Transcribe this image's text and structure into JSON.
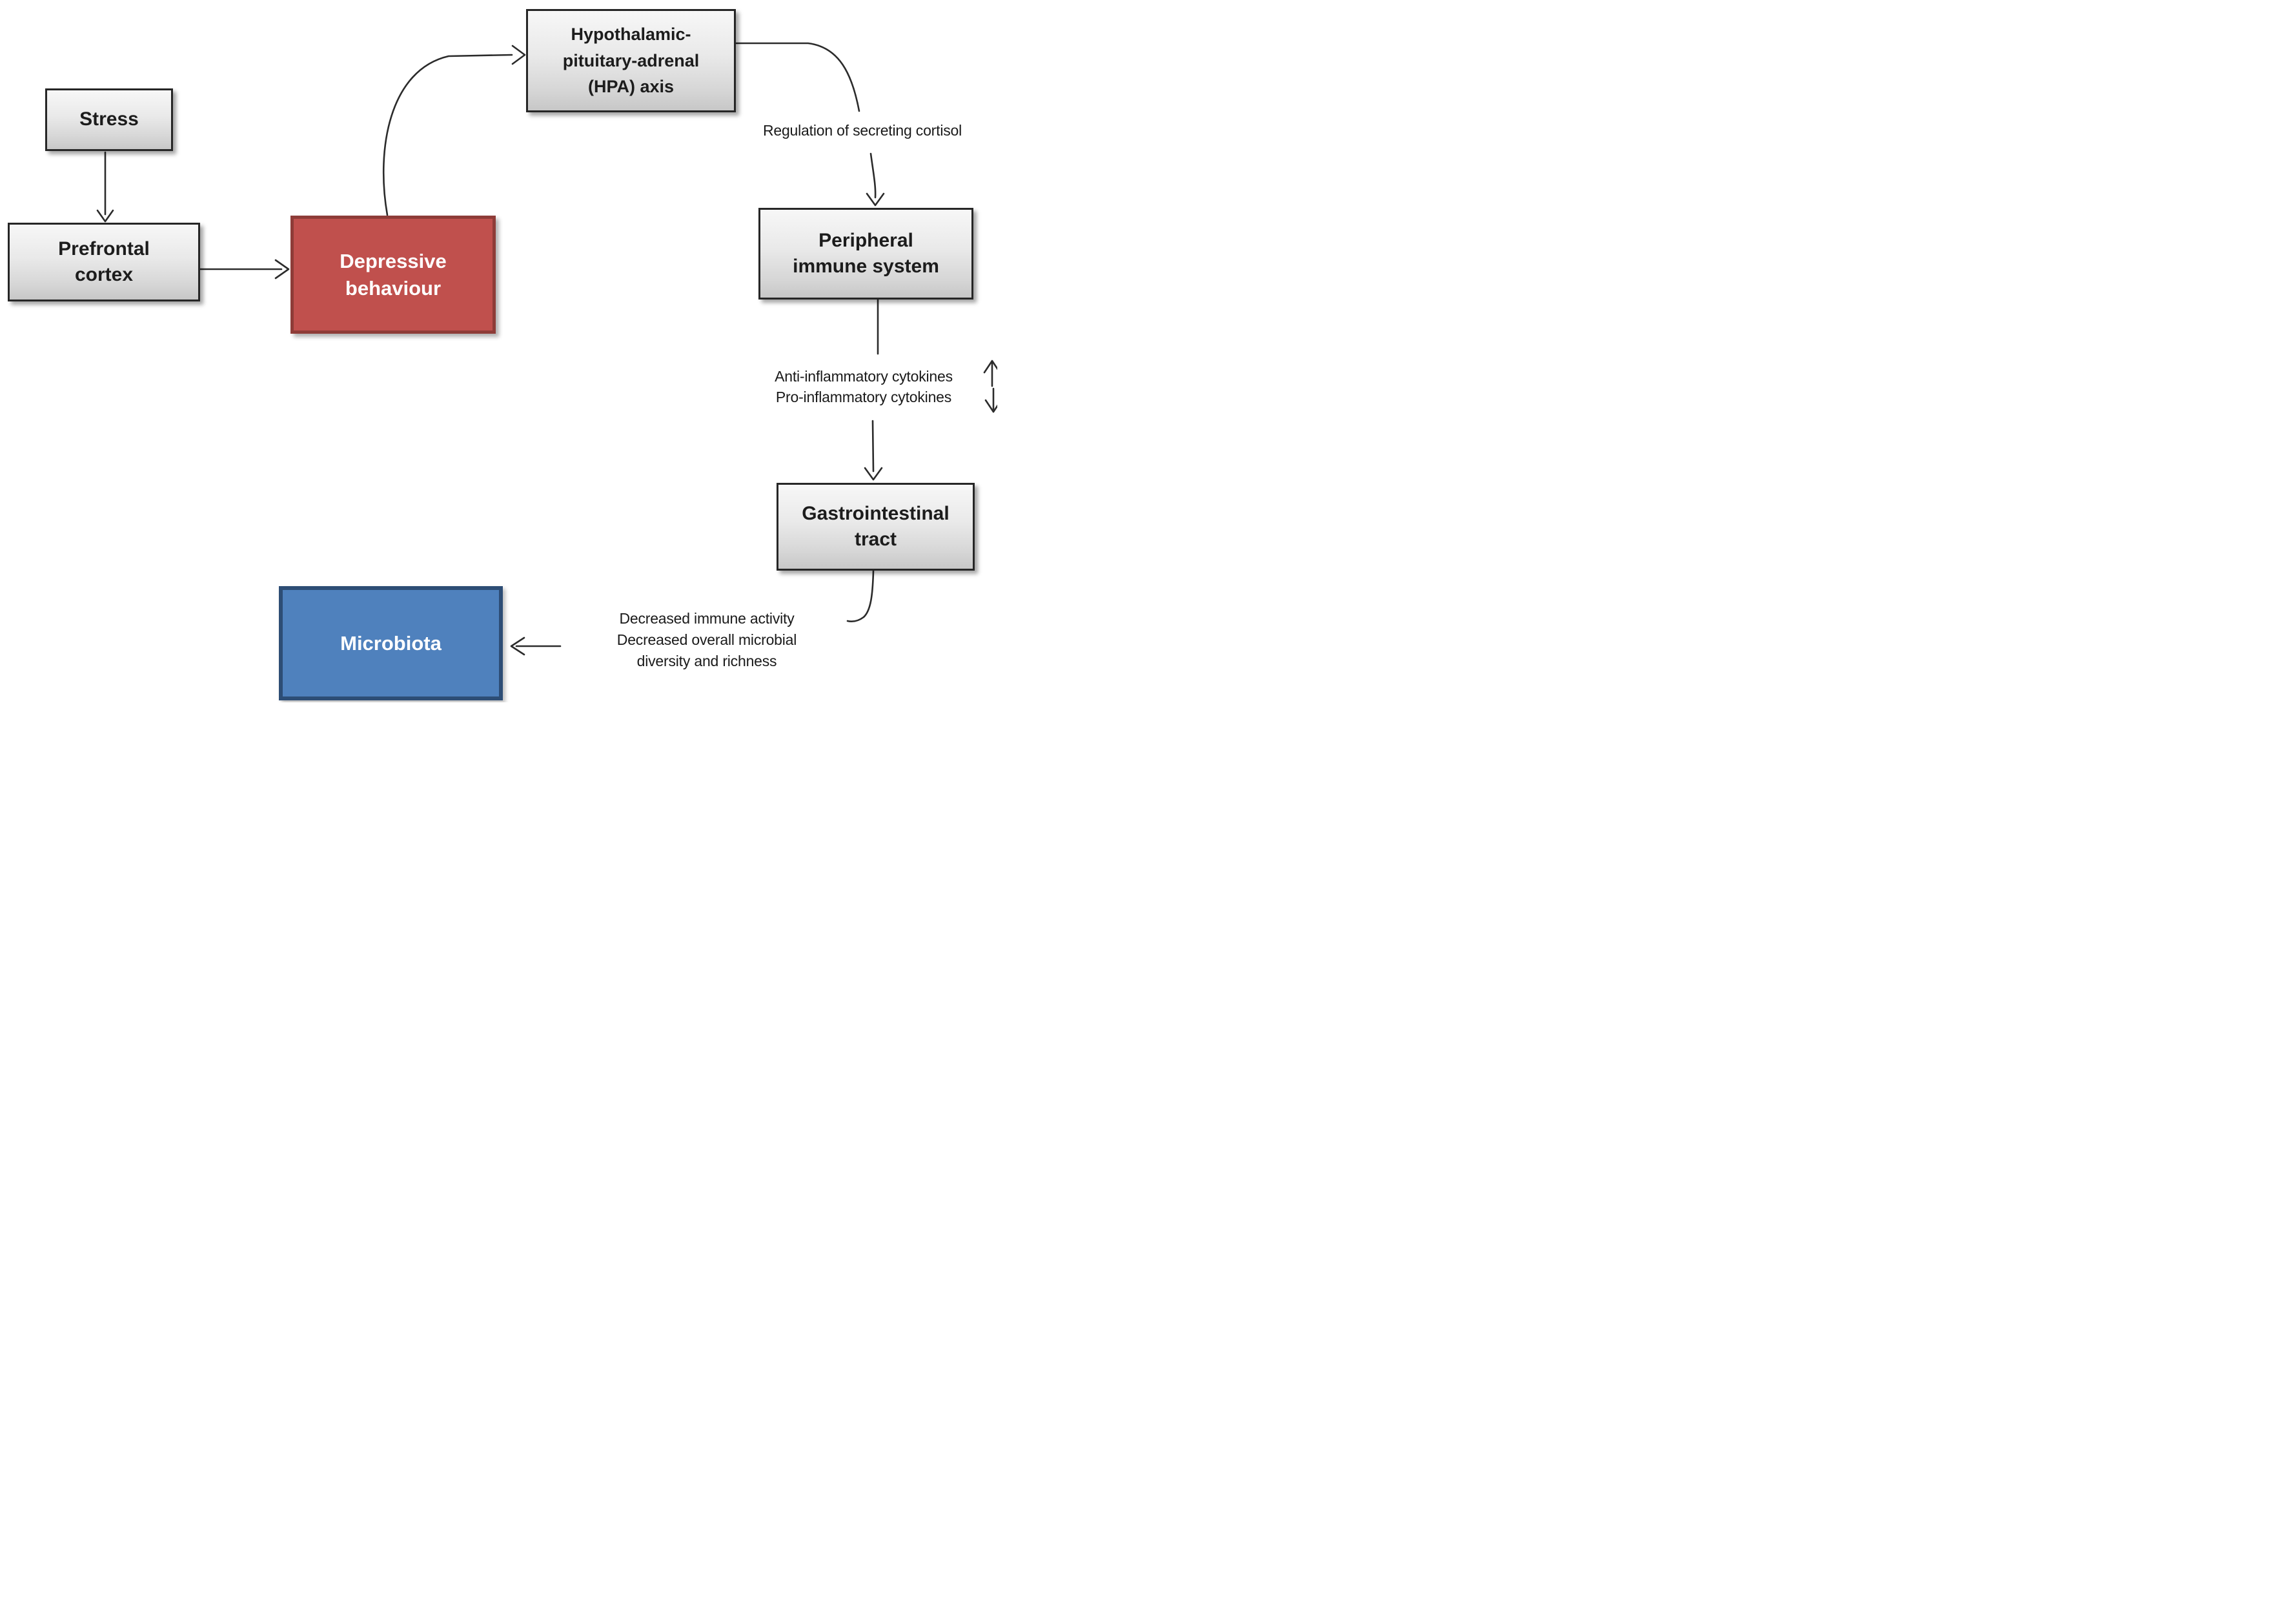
{
  "diagram": {
    "nodes": {
      "stress": {
        "label": "Stress"
      },
      "prefrontal": {
        "label": "Prefrontal\ncortex"
      },
      "depressive": {
        "label": "Depressive\nbehaviour"
      },
      "hpa": {
        "label": "Hypothalamic-\npituitary-adrenal\n(HPA) axis"
      },
      "peripheral": {
        "label": "Peripheral\nimmune system"
      },
      "gi": {
        "label": "Gastrointestinal\ntract"
      },
      "microbiota": {
        "label": "Microbiota"
      }
    },
    "annotations": {
      "cortisol": "Regulation of secreting cortisol",
      "anti": "Anti-inflammatory cytokines",
      "pro": "Pro-inflammatory cytokines",
      "decreased": "Decreased immune activity\nDecreased overall microbial\ndiversity and richness"
    },
    "connectors": [
      {
        "from": "stress",
        "to": "prefrontal"
      },
      {
        "from": "prefrontal",
        "to": "depressive"
      },
      {
        "from": "depressive",
        "to": "hpa"
      },
      {
        "from": "hpa",
        "to": "cortisol-label"
      },
      {
        "from": "cortisol-label",
        "to": "peripheral"
      },
      {
        "from": "peripheral",
        "to": "cytokines-label"
      },
      {
        "from": "cytokines-label",
        "to": "gi"
      },
      {
        "from": "gi",
        "to": "decreased-label"
      },
      {
        "from": "decreased-label",
        "to": "microbiota"
      }
    ],
    "colors": {
      "red_fill": "#C0504D",
      "red_border": "#8E3C38",
      "blue_fill": "#4F81BD",
      "blue_border": "#2D4D75",
      "gray_fill": "#E9E9E9",
      "box_border": "#262626",
      "line": "#2B2B2B",
      "text_dark": "#1C1C1C",
      "text_light": "#FFFFFF"
    }
  }
}
